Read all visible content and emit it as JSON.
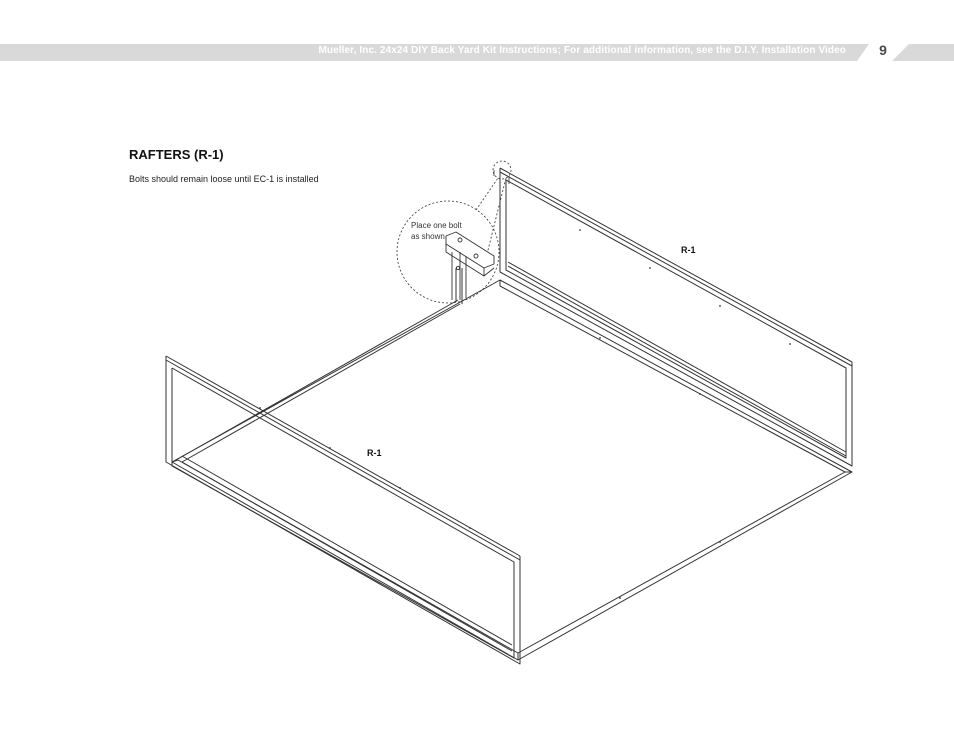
{
  "header": {
    "title": "Mueller, Inc. 24x24 DIY Back Yard Kit Instructions; For additional information, see the D.I.Y. Installation Video",
    "page_number": "9",
    "band_color": "#d9d9d9"
  },
  "section": {
    "title": "RAFTERS (R-1)",
    "note": "Bolts should remain loose until EC-1 is installed"
  },
  "diagram": {
    "callout_text": "Place one bolt as shown.",
    "labels": {
      "back_rafter": "R-1",
      "front_rafter": "R-1"
    }
  }
}
